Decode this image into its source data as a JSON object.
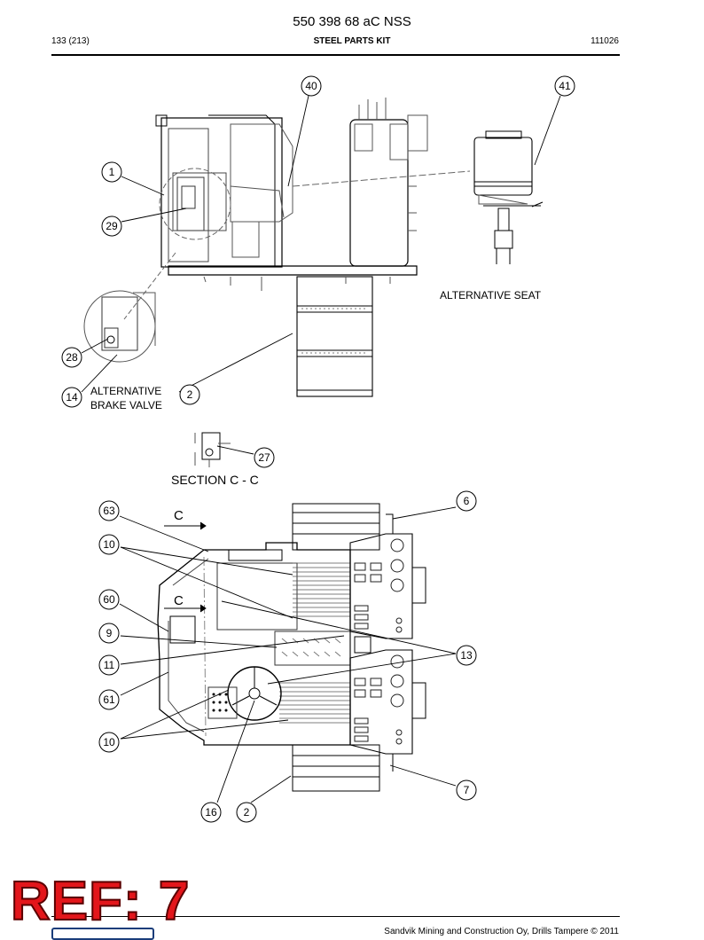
{
  "header": {
    "doc_number": "550 398 68 aC NSS",
    "page": "133 (213)",
    "kit_title": "STEEL PARTS KIT",
    "code": "111026"
  },
  "labels": {
    "alternative_seat": "ALTERNATIVE SEAT",
    "alternative_brake_valve_line1": "ALTERNATIVE",
    "alternative_brake_valve_line2": "BRAKE VALVE",
    "section": "SECTION  C - C",
    "section_mark_top": "C",
    "section_mark_bottom": "C"
  },
  "callouts": {
    "c40": "40",
    "c41": "41",
    "c1": "1",
    "c29": "29",
    "c28": "28",
    "c14": "14",
    "c2a": "2",
    "c27": "27",
    "c6": "6",
    "c63": "63",
    "c10a": "10",
    "c60": "60",
    "c9": "9",
    "c13": "13",
    "c11": "11",
    "c61": "61",
    "c10b": "10",
    "c7": "7",
    "c16": "16",
    "c2b": "2"
  },
  "footer": {
    "ref": "REF: 7",
    "copyright": "Sandvik Mining and Construction Oy, Drills Tampere © 2011"
  }
}
